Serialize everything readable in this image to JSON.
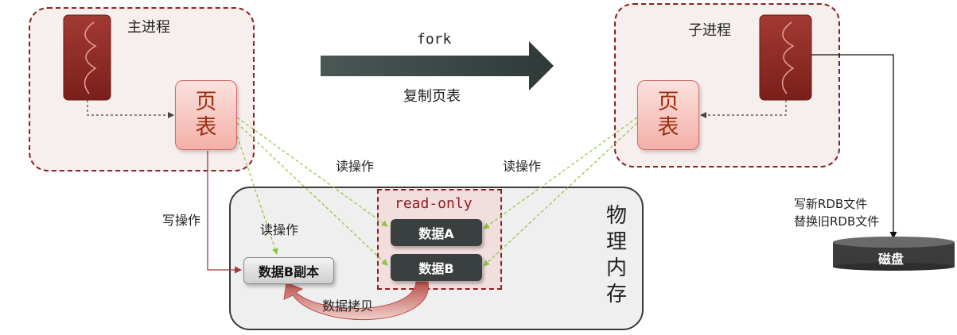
{
  "main_process": {
    "title": "主进程",
    "page_table": "页表"
  },
  "child_process": {
    "title": "子进程",
    "page_table": "页表"
  },
  "fork": {
    "label": "fork",
    "sublabel": "复制页表"
  },
  "memory": {
    "title": "物理内存",
    "readonly_label": "read-only",
    "data_a": "数据A",
    "data_b": "数据B",
    "data_b_copy": "数据B副本",
    "copy_label": "数据拷贝"
  },
  "labels": {
    "read_left": "读操作",
    "read_right": "读操作",
    "read_inner": "读操作",
    "write": "写操作"
  },
  "disk": {
    "label": "磁盘",
    "write_line1": "写新RDB文件",
    "write_line2": "替换旧RDB文件"
  },
  "colors": {
    "process_border": "#8b2020",
    "page_table_text": "#9a2d0e",
    "read_arrow": "#8dc63f",
    "fork_arrow": "#3e4a48"
  }
}
